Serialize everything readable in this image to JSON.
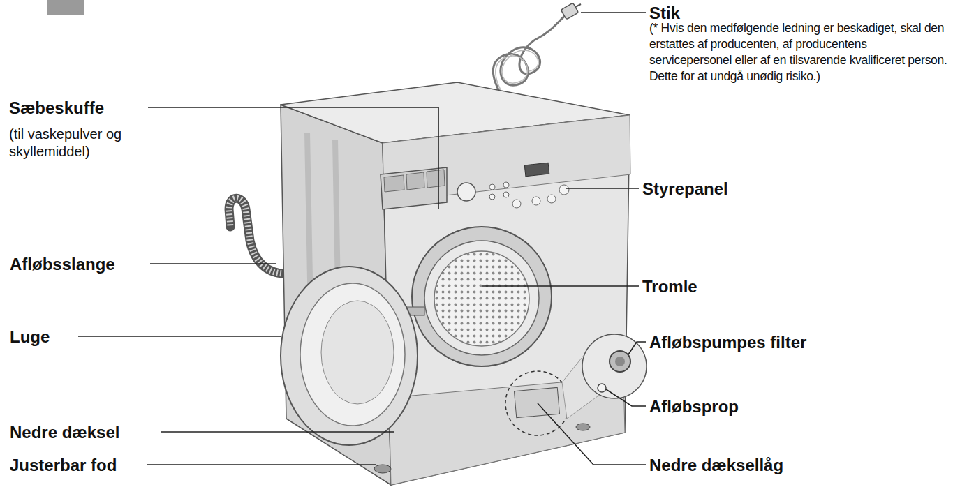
{
  "diagram": {
    "labels": [
      "Stik",
      "(* Hvis den medfølgende ledning er beskadiget, skal den erstattes af producenten, af producentens servicepersonel eller af en tilsvarende kvalificeret person. Dette for at undgå unødig risiko.)",
      "Sæbeskuffe",
      "(til vaskepulver og skyllemiddel)",
      "Styrepanel",
      "Afløbsslange",
      "Tromle",
      "Luge",
      "Afløbspumpes filter",
      "Nedre dæksel",
      "Afløbsprop",
      "Justerbar fod",
      "Nedre dæksellåg"
    ]
  }
}
